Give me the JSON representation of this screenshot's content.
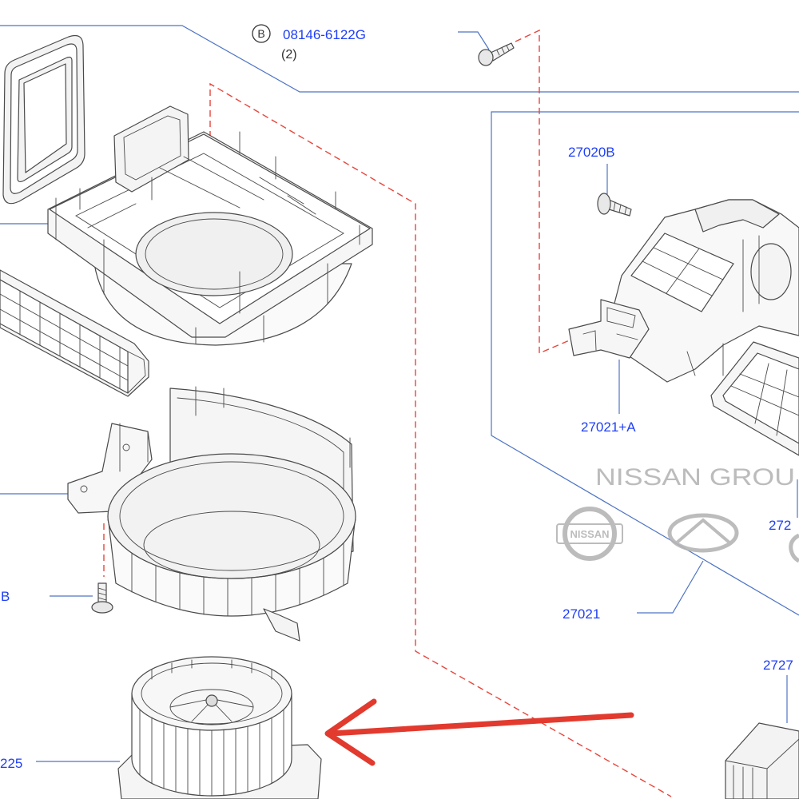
{
  "colors": {
    "part_label_blue": "#1f3ff5",
    "leader_line_blue": "#4f74c4",
    "dashed_line_red": "#e8453c",
    "arrow_red": "#e23a2e",
    "line_art": "#4a4a4a",
    "watermark_gray": "#b5b5b5"
  },
  "callouts": {
    "bolt_symbol": "B",
    "bolt_part_number": "08146-6122G",
    "bolt_quantity": "(2)",
    "screw_part_number": "27020B",
    "bracket_part_number": "27021+A",
    "right_part_number_cut": "272",
    "housing_part_number": "27021",
    "left_screw_label_cut": "B",
    "filter_part_number_cut": "2727",
    "motor_part_number_cut": "225"
  },
  "watermark": {
    "text": "NISSAN GROU",
    "nissan_logo_text": "NISSAN"
  },
  "icons": {
    "highlight_arrow": "red-arrow-left",
    "nissan_logo": "nissan-logo",
    "infiniti_logo": "infiniti-logo"
  }
}
